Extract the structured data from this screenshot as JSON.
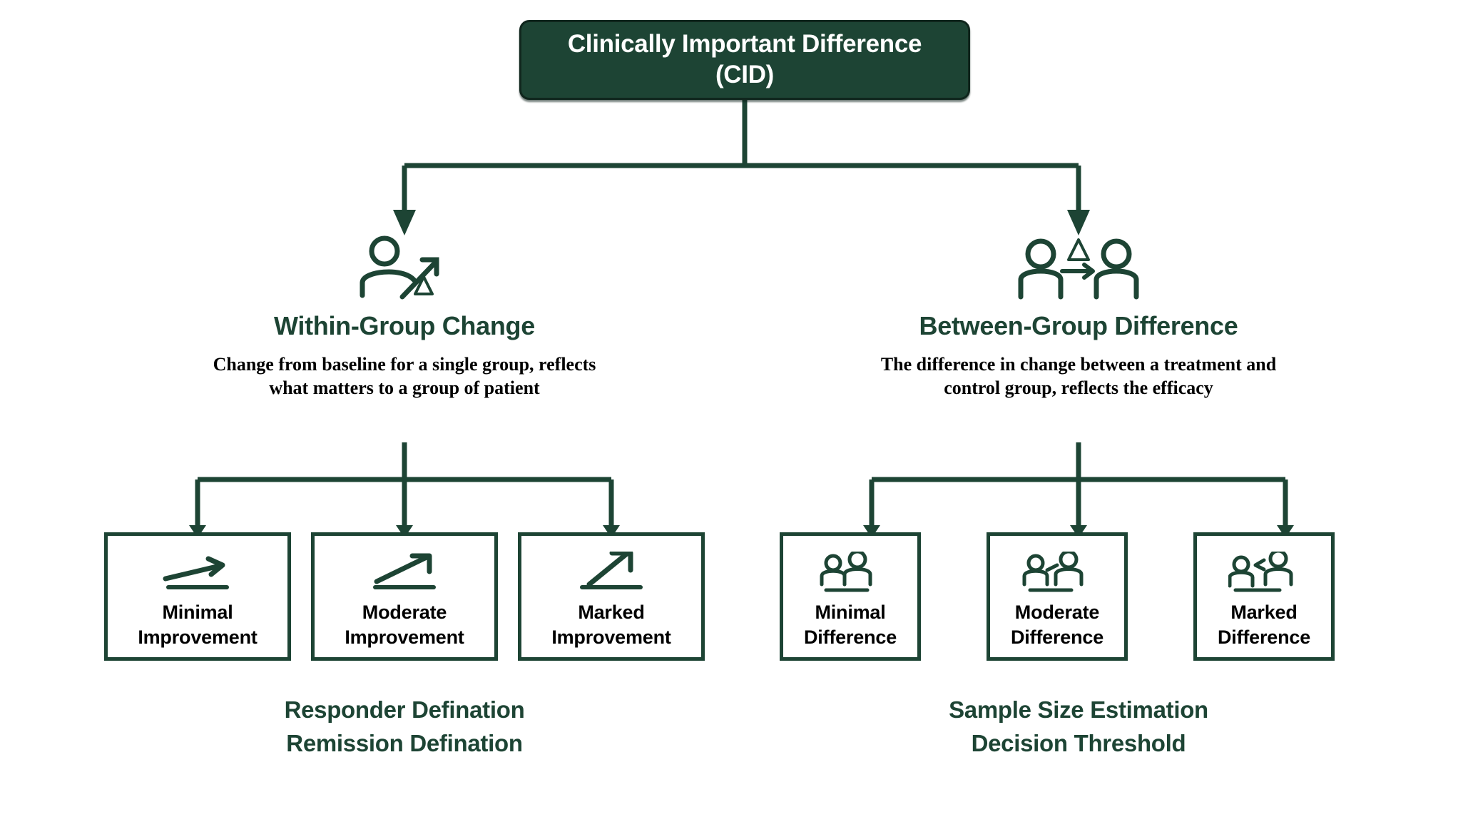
{
  "diagram": {
    "title_box": {
      "label": "Clinically Important Difference\n(CID)"
    },
    "colors": {
      "dark_green": "#1d4434",
      "outline": "#10261d",
      "white": "#ffffff",
      "black": "#000000"
    },
    "branches": [
      {
        "id": "within-group",
        "icon": "single-person-up-arrow-delta-icon",
        "heading": "Within-Group Change",
        "description": "Change from baseline for a single group, reflects what matters to a group of patient",
        "leaves": [
          {
            "icon": "shallow-up-arrow-icon",
            "label": "Minimal\nImprovement"
          },
          {
            "icon": "medium-up-arrow-icon",
            "label": "Moderate\nImprovement"
          },
          {
            "icon": "steep-up-arrow-icon",
            "label": "Marked\nImprovement"
          }
        ],
        "footer": "Responder Defination\nRemission Defination"
      },
      {
        "id": "between-group",
        "icon": "two-persons-delta-arrow-icon",
        "heading": "Between-Group Difference",
        "description": "The difference in change between a treatment and control group, reflects the efficacy",
        "leaves": [
          {
            "icon": "two-persons-close-icon",
            "label": "Minimal\nDifference"
          },
          {
            "icon": "two-persons-dash-icon",
            "label": "Moderate\nDifference"
          },
          {
            "icon": "two-persons-less-than-icon",
            "label": "Marked\nDifference"
          }
        ],
        "footer": "Sample Size Estimation\nDecision Threshold"
      }
    ]
  }
}
